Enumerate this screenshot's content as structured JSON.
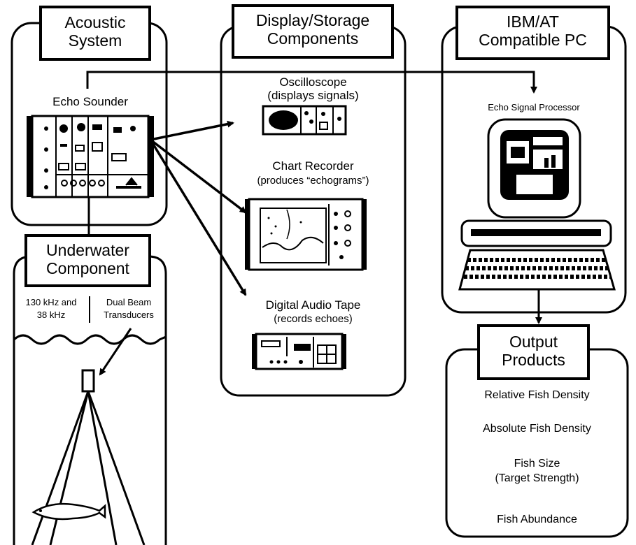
{
  "acoustic_system": {
    "title_line1": "Acoustic",
    "title_line2": "System",
    "echo_sounder": "Echo Sounder"
  },
  "underwater": {
    "title_line1": "Underwater",
    "title_line2": "Component",
    "freq_line1": "130 kHz and",
    "freq_line2": "38 kHz",
    "transducer_line1": "Dual Beam",
    "transducer_line2": "Transducers"
  },
  "display_storage": {
    "title_line1": "Display/Storage",
    "title_line2": "Components",
    "oscilloscope": "Oscilloscope",
    "oscilloscope_desc": "(displays signals)",
    "chart_recorder": "Chart Recorder",
    "chart_recorder_desc": "(produces “echograms”)",
    "dat": "Digital Audio Tape",
    "dat_desc": "(records echoes)"
  },
  "pc": {
    "title_line1": "IBM/AT",
    "title_line2": "Compatible PC",
    "processor": "Echo Signal Processor"
  },
  "output": {
    "title_line1": "Output",
    "title_line2": "Products",
    "item1": "Relative Fish Density",
    "item2": "Absolute Fish Density",
    "item3_line1": "Fish Size",
    "item3_line2": "(Target Strength)",
    "item4": "Fish Abundance"
  }
}
